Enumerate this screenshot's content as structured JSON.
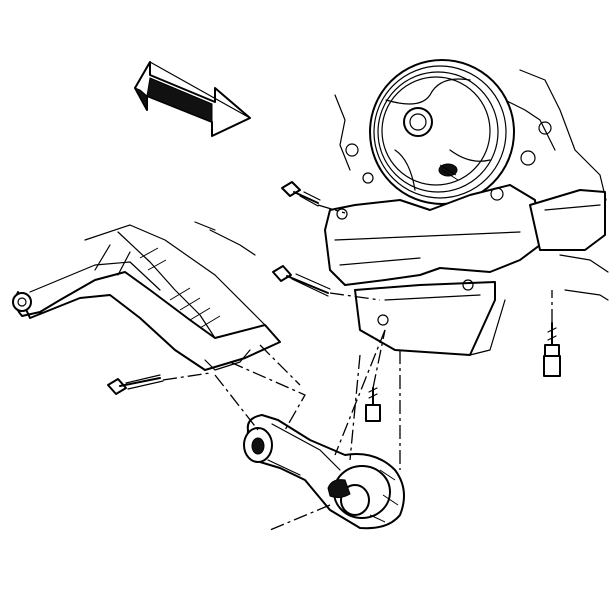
{
  "figure": {
    "background": "#ffffff",
    "ink": "#000000"
  },
  "parts": {
    "direction_arrow": "double-arrow",
    "pulley": "crankshaft-pulley",
    "engine_bracket": "engine-mount-bracket",
    "crossmember": "front-crossmember",
    "mount": "torque-strut-mount",
    "bolts": [
      "bracket-bolt-upper",
      "bracket-bolt-lower",
      "bracket-bolt-right",
      "bracket-bolt-center",
      "crossmember-bolt"
    ]
  }
}
